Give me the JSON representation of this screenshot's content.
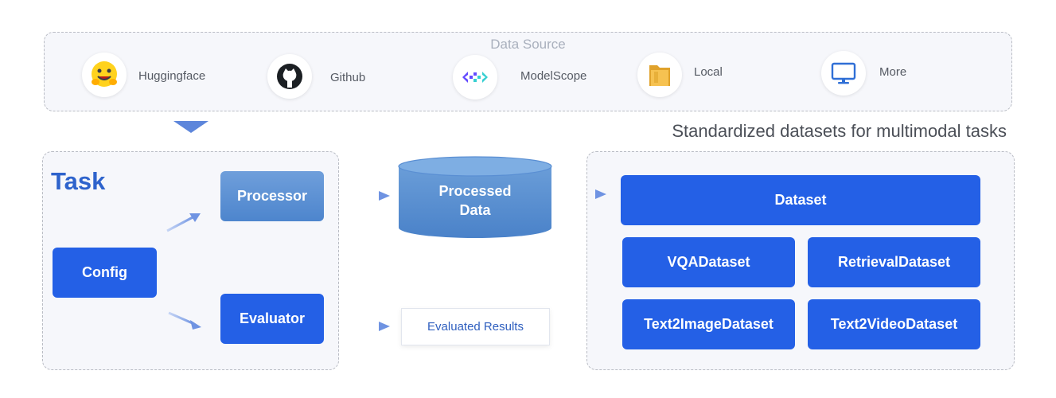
{
  "data_source": {
    "title": "Data Source",
    "items": [
      {
        "label": "Huggingface",
        "icon": "hugging-face-emoji-icon"
      },
      {
        "label": "Github",
        "icon": "github-icon"
      },
      {
        "label": "ModelScope",
        "icon": "modelscope-icon"
      },
      {
        "label": "Local",
        "icon": "folder-icon"
      },
      {
        "label": "More",
        "icon": "monitor-icon"
      }
    ]
  },
  "caption": "Standardized datasets for multimodal tasks",
  "task": {
    "title": "Task",
    "processor": "Processor",
    "config": "Config",
    "evaluator": "Evaluator"
  },
  "processed_data": {
    "line1": "Processed",
    "line2": "Data"
  },
  "evaluated_results": "Evaluated Results",
  "datasets": {
    "main": "Dataset",
    "vqa": "VQADataset",
    "retrieval": "RetrievalDataset",
    "text2image": "Text2ImageDataset",
    "text2video": "Text2VideoDataset"
  },
  "colors": {
    "primary_blue": "#2460e6",
    "processor_blue": "#5a8fd3",
    "task_title": "#2e63cc",
    "arrow": "#7e9fe6",
    "panel_bg": "#f6f7fb"
  }
}
